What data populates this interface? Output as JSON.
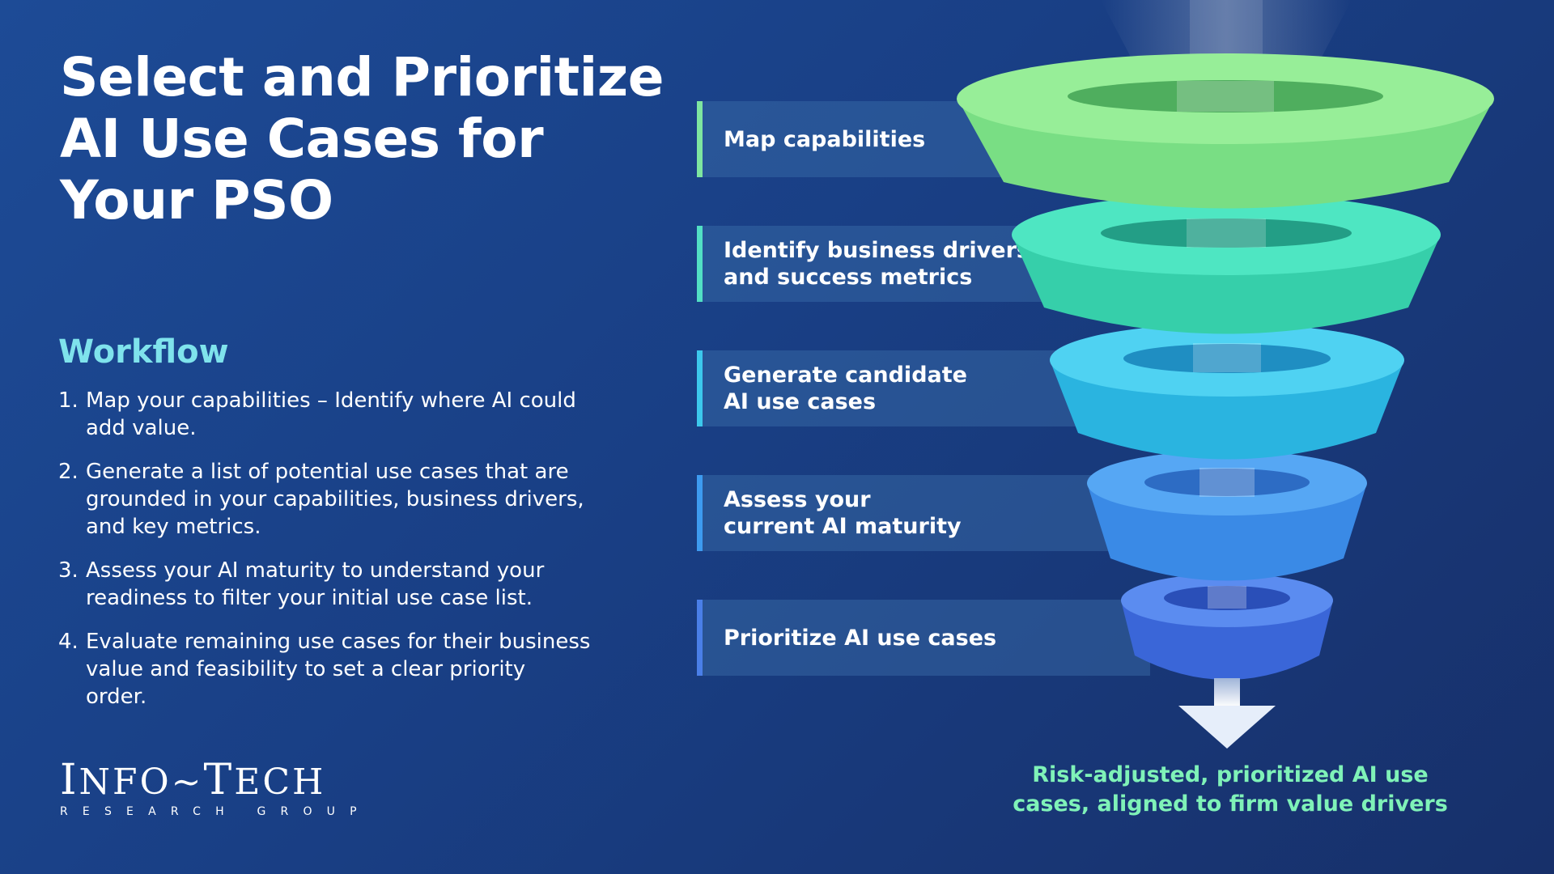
{
  "title_lines": [
    "Select and Prioritize",
    "AI Use Cases for",
    "Your PSO"
  ],
  "workflow": {
    "heading": "Workflow",
    "steps": [
      {
        "num": "1.",
        "text": "Map your capabilities – Identify where AI could add value."
      },
      {
        "num": "2.",
        "text": "Generate a list of potential use cases that are grounded in your capabilities, business drivers, and key metrics."
      },
      {
        "num": "3.",
        "text": "Assess your AI maturity to understand your readiness to filter your initial use case list."
      },
      {
        "num": "4.",
        "text": "Evaluate remaining use cases for their business value and feasibility to set a clear priority order."
      }
    ]
  },
  "logo": {
    "main_first": "I",
    "main_rest1": "NFO~",
    "main_t": "T",
    "main_rest2": "ECH",
    "sub": "RESEARCH GROUP"
  },
  "funnel": {
    "stages": [
      {
        "label": "Map capabilities",
        "color": "#8be88f",
        "accent": "#7ee6a0"
      },
      {
        "label": "Identify business drivers\nand success metrics",
        "color": "#3fdcb4",
        "accent": "#52dfc4"
      },
      {
        "label": "Generate candidate\nAI use cases",
        "color": "#2fbfe6",
        "accent": "#3cc8ec"
      },
      {
        "label": "Assess your\ncurrent AI maturity",
        "color": "#3a8fe8",
        "accent": "#3d9bf0"
      },
      {
        "label": "Prioritize AI use cases",
        "color": "#3e6fe0",
        "accent": "#4a7fe8"
      }
    ],
    "outcome": "Risk-adjusted, prioritized AI use cases, aligned to firm value drivers"
  }
}
